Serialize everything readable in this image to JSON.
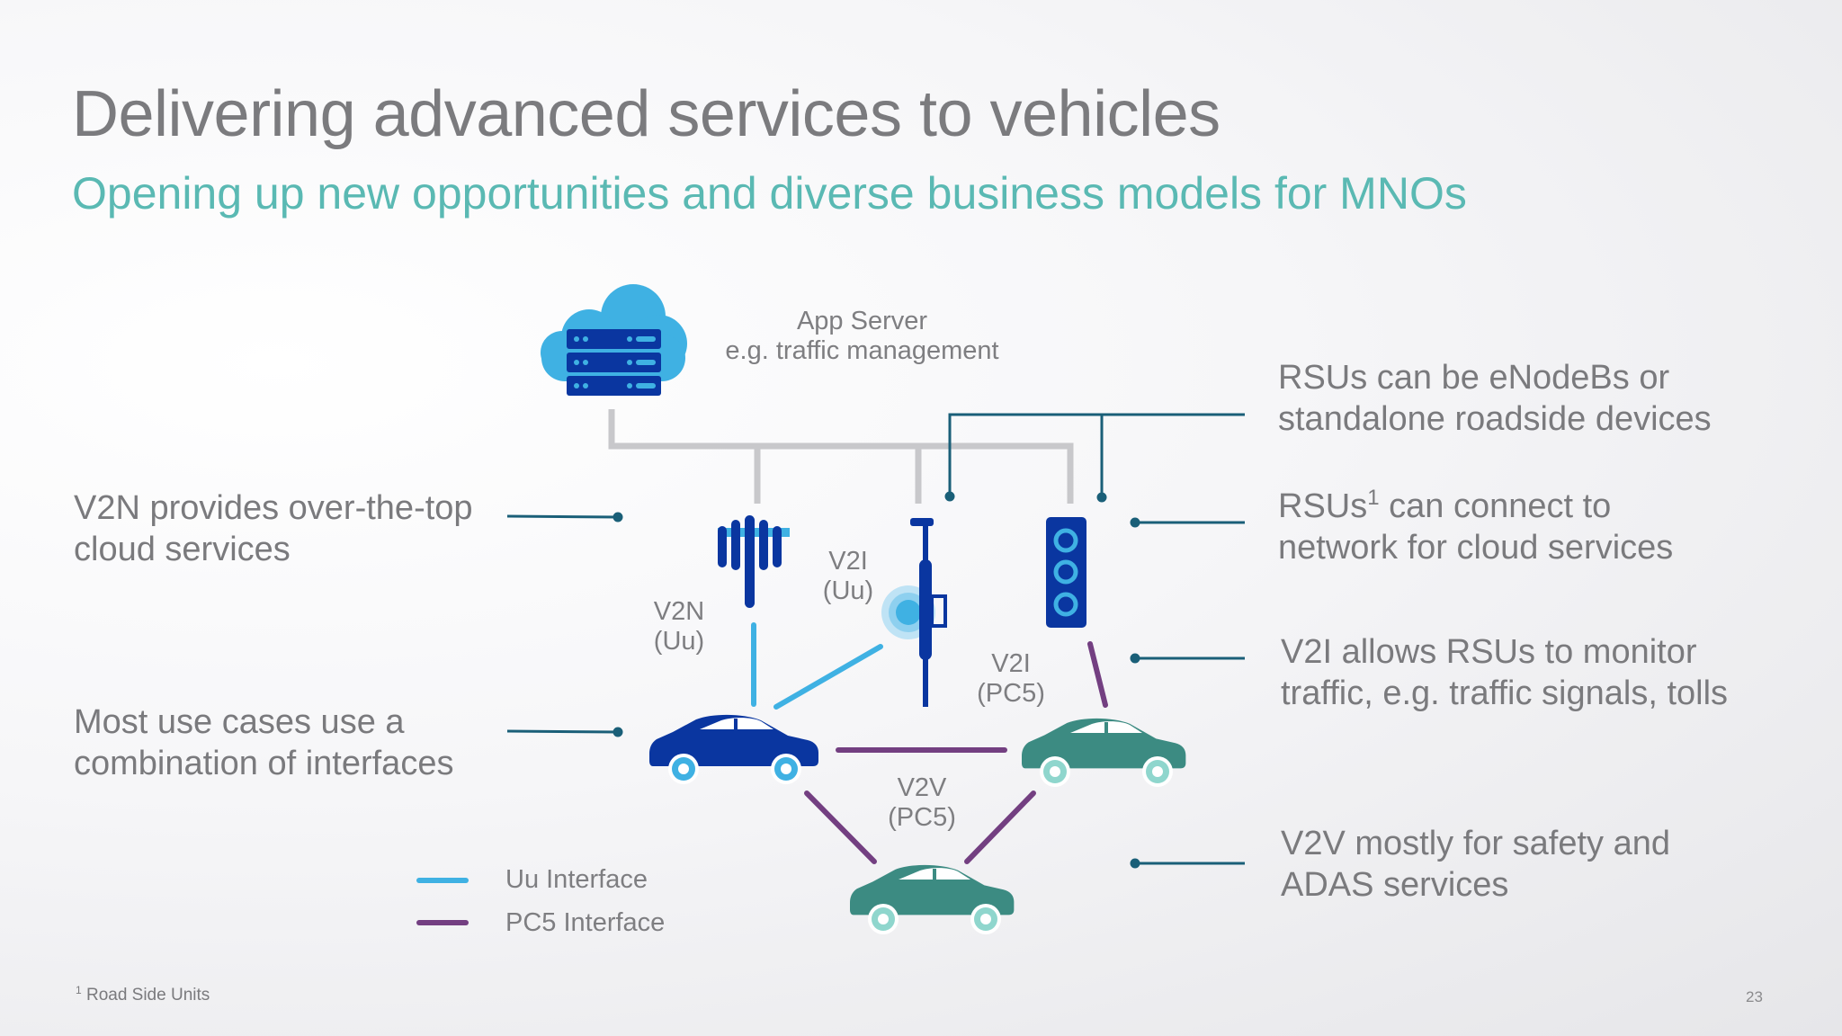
{
  "slide": {
    "title": "Delivering advanced services to vehicles",
    "subtitle": "Opening up new opportunities and diverse business models for MNOs",
    "page_number": "23"
  },
  "diagram": {
    "server_label": {
      "line1": "App Server",
      "line2": "e.g. traffic management"
    },
    "link_labels": {
      "v2n_uu": {
        "line1": "V2N",
        "line2": "(Uu)"
      },
      "v2i_uu": {
        "line1": "V2I",
        "line2": "(Uu)"
      },
      "v2i_pc5": {
        "line1": "V2I",
        "line2": "(PC5)"
      },
      "v2v_pc5": {
        "line1": "V2V",
        "line2": "(PC5)"
      }
    },
    "legend": [
      {
        "label": "Uu Interface",
        "color": "#3fb1e3"
      },
      {
        "label": "PC5 Interface",
        "color": "#733f81"
      }
    ],
    "icons": [
      "cloud-server-icon",
      "cell-tower-icon",
      "roadside-unit-icon",
      "traffic-light-icon",
      "car-icon"
    ]
  },
  "callouts": {
    "left": [
      {
        "line1": "V2N provides over-the-top",
        "line2": "cloud services"
      },
      {
        "line1": "Most use cases use a",
        "line2": "combination of interfaces"
      }
    ],
    "right": [
      {
        "line1": "RSUs can be eNodeBs or",
        "line2": "standalone roadside devices"
      },
      {
        "line1_pre": "RSUs",
        "line1_sup": "1",
        "line1_post": " can connect to",
        "line2": "network for cloud services"
      },
      {
        "line1": "V2I allows RSUs to monitor",
        "line2": "traffic, e.g. traffic signals, tolls"
      },
      {
        "line1": "V2V mostly for safety and",
        "line2": "ADAS services"
      }
    ]
  },
  "footnote": {
    "marker": "1",
    "text": " Road Side Units"
  },
  "colors": {
    "title": "#7b7b7e",
    "subtitle": "#5ab9b3",
    "uu_line": "#3fb1e3",
    "pc5_line": "#733f81",
    "backhaul": "#c8c8cb",
    "callout_line": "#1a5f78",
    "dark_blue": "#0a36a0",
    "light_blue": "#3fb1e3",
    "teal_car": "#3c8b82"
  }
}
